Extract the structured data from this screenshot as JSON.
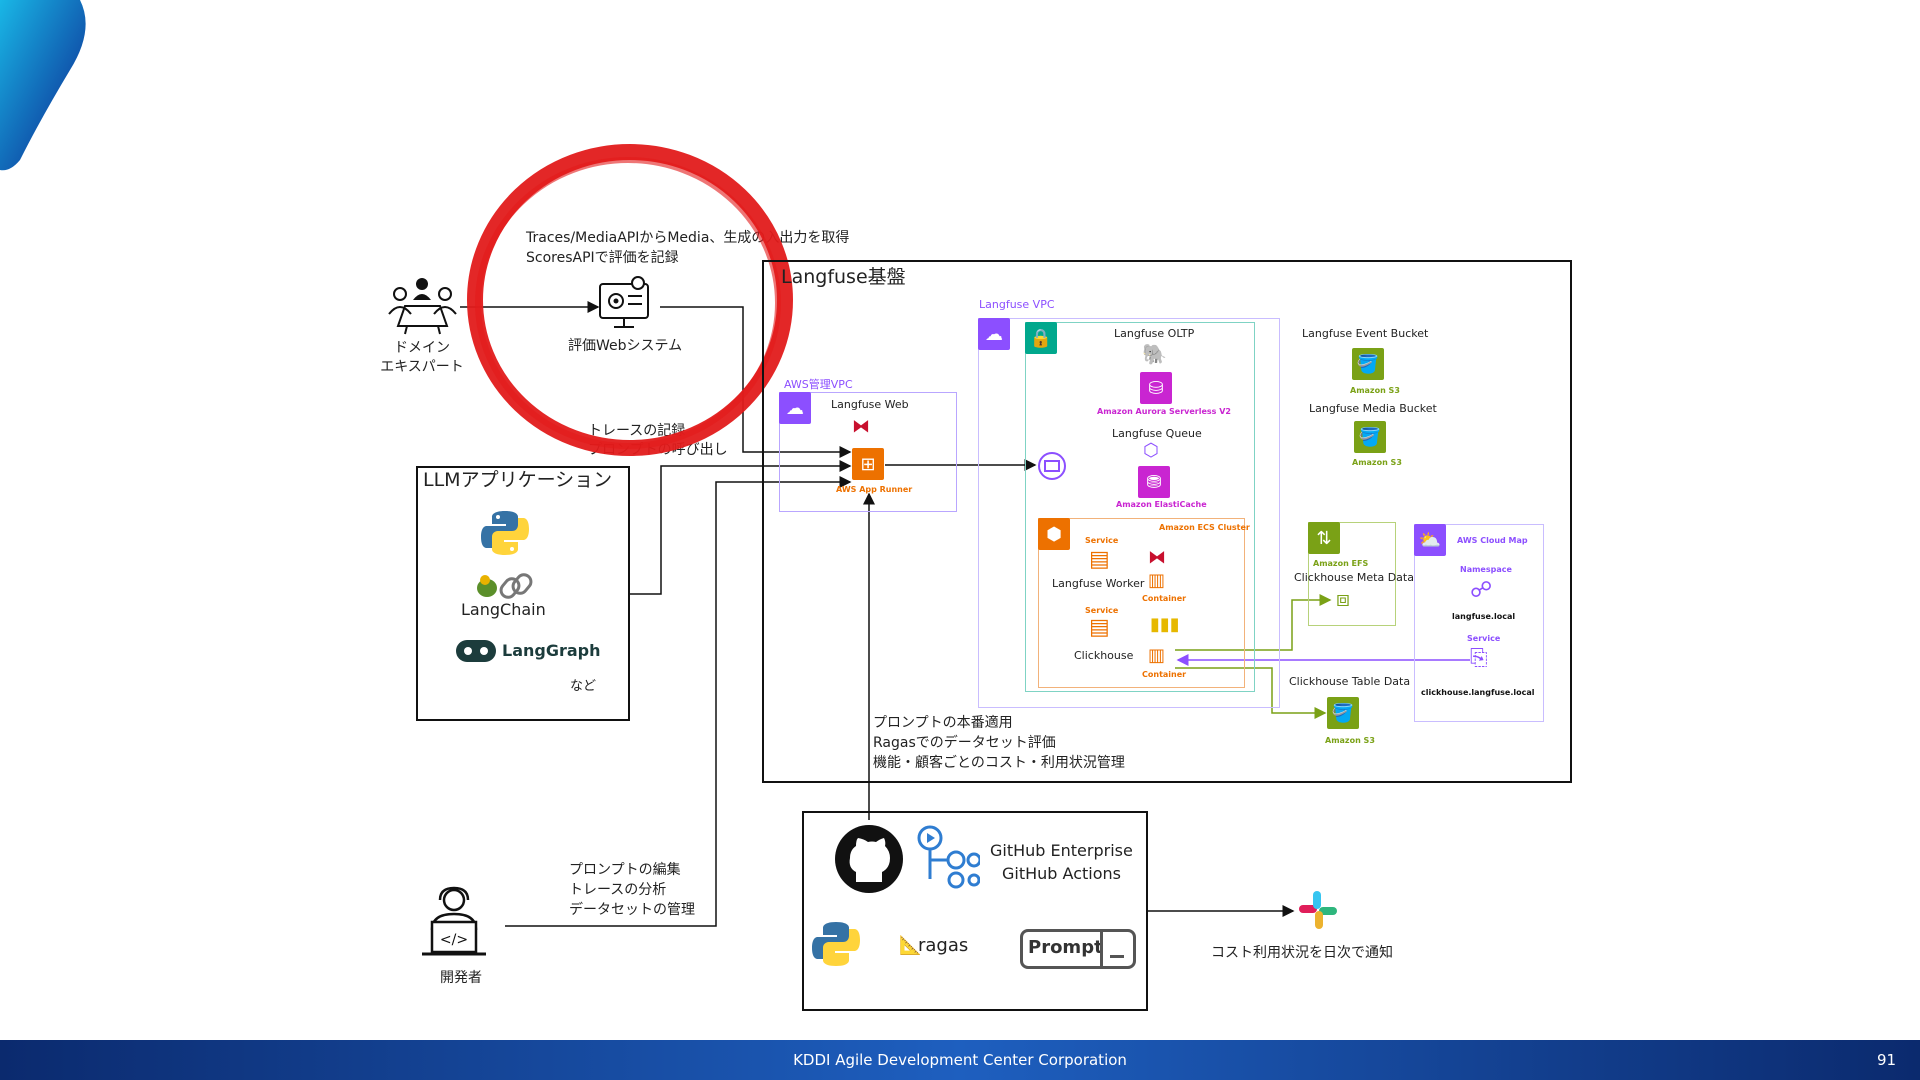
{
  "header_note": {
    "line1": "Traces/MediaAPIからMedia、生成の入出力を取得",
    "line2": "ScoresAPIで評価を記録"
  },
  "eval_system": {
    "label": "評価Webシステム"
  },
  "domain_expert": {
    "line1": "ドメイン",
    "line2": "エキスパート"
  },
  "trace_note": {
    "line1": "トレースの記録",
    "line2": "プロンプトの呼び出し"
  },
  "llm_app": {
    "title": "LLMアプリケーション",
    "langchain": "LangChain",
    "langgraph": "LangGraph",
    "etc": "など"
  },
  "langfuse_base": {
    "title": "Langfuse基盤",
    "vpc": "Langfuse VPC",
    "aws_vpc": "AWS管理VPC",
    "web": "Langfuse Web",
    "app_runner": "AWS App Runner",
    "oltp": "Langfuse OLTP",
    "aurora": "Amazon Aurora Serverless V2",
    "queue": "Langfuse Queue",
    "elasticache": "Amazon ElastiCache",
    "ecs": "Amazon  ECS Cluster",
    "service1": "Service",
    "worker": "Langfuse Worker",
    "container1": "Container",
    "service2": "Service",
    "clickhouse": "Clickhouse",
    "container2": "Container",
    "event_bucket": "Langfuse Event Bucket",
    "s3a": "Amazon S3",
    "media_bucket": "Langfuse Media Bucket",
    "s3b": "Amazon S3",
    "efs": "Amazon EFS",
    "meta": "Clickhouse Meta Data",
    "table": "Clickhouse Table Data",
    "s3c": "Amazon S3",
    "cloudmap": "AWS Cloud Map",
    "namespace": "Namespace",
    "ns_value": "langfuse.local",
    "service3": "Service",
    "svc_value": "clickhouse.langfuse.local"
  },
  "prod_note": {
    "line1": "プロンプトの本番適用",
    "line2": "Ragasでのデータセット評価",
    "line3": "機能・顧客ごとのコスト・利用状況管理"
  },
  "github": {
    "line1": "GitHub Enterprise",
    "line2": "GitHub Actions",
    "ragas": "ragas",
    "prompt": "Prompt"
  },
  "dev_note": {
    "line1": "プロンプトの編集",
    "line2": "トレースの分析",
    "line3": "データセットの管理"
  },
  "developer": {
    "label": "開発者"
  },
  "slack": {
    "label": "コスト利用状況を日次で通知"
  },
  "footer": {
    "company": "KDDI Agile Development Center Corporation",
    "page": "91"
  },
  "colors": {
    "purple": "#8c4fff",
    "teal": "#01a88d",
    "orange": "#ed7100",
    "magenta": "#c925d1",
    "green": "#7aa116",
    "red": "#e21b1b"
  }
}
